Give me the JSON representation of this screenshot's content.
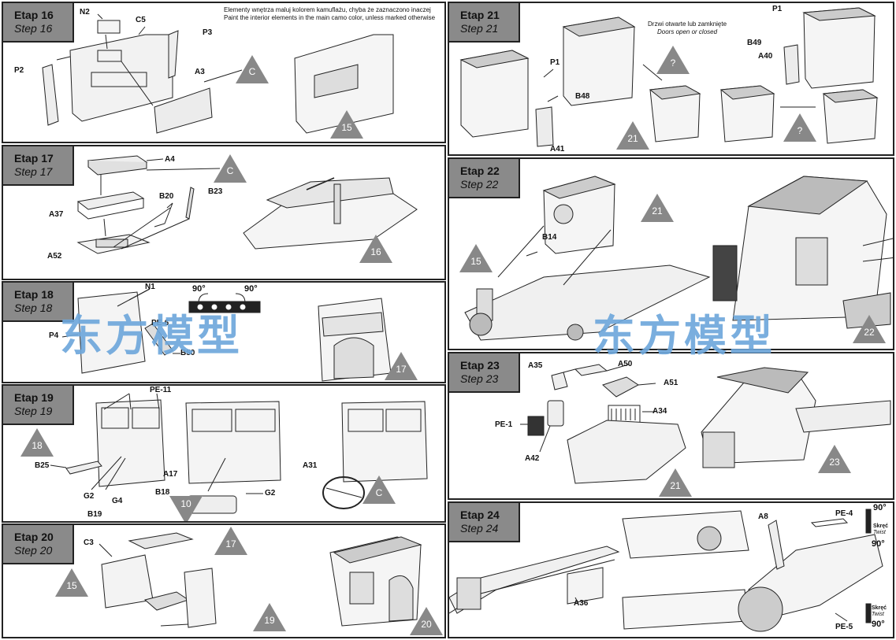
{
  "steps": [
    {
      "pl": "Etap 16",
      "en": "Step 16"
    },
    {
      "pl": "Etap 17",
      "en": "Step 17"
    },
    {
      "pl": "Etap 18",
      "en": "Step 18"
    },
    {
      "pl": "Etap 19",
      "en": "Step 19"
    },
    {
      "pl": "Etap 20",
      "en": "Step 20"
    },
    {
      "pl": "Etap 21",
      "en": "Step 21"
    },
    {
      "pl": "Etap 22",
      "en": "Step 22"
    },
    {
      "pl": "Etap 23",
      "en": "Step 23"
    },
    {
      "pl": "Etap 24",
      "en": "Step 24"
    }
  ],
  "notes": {
    "s16_pl": "Elementy wnętrza maluj kolorem kamuflażu, chyba że zaznaczono inaczej",
    "s16_en": "Paint the interior elements in the main camo color, unless marked otherwise",
    "s21_pl": "Drzwi otwarte lub zamknięte",
    "s21_en": "Doors open or closed"
  },
  "labels": {
    "n2": "N2",
    "c5": "C5",
    "p3": "P3",
    "p2": "P2",
    "a3": "A3",
    "a4": "A4",
    "b20": "B20",
    "b23": "B23",
    "a37": "A37",
    "a52": "A52",
    "n1": "N1",
    "pe6": "PE-6",
    "p4": "P4",
    "b50": "B50",
    "pe11": "PE-11",
    "b25": "B25",
    "g2a": "G2",
    "g4": "G4",
    "b18": "B18",
    "b19": "B19",
    "a17": "A17",
    "g2b": "G2",
    "a31": "A31",
    "c3": "C3",
    "p1a": "P1",
    "b48": "B48",
    "a41": "A41",
    "p1b": "P1",
    "b49": "B49",
    "a40": "A40",
    "b14": "B14",
    "a35": "A35",
    "a50": "A50",
    "a51": "A51",
    "a34": "A34",
    "pe1": "PE-1",
    "a42": "A42",
    "a8": "A8",
    "pe4": "PE-4",
    "a36": "A36",
    "pe5": "PE-5"
  },
  "markers": {
    "m16c": "C",
    "m16n": "15",
    "m17c": "C",
    "m17n": "16",
    "m18n": "17",
    "m19a": "18",
    "m19b": "10",
    "m19c": "C",
    "m20a": "15",
    "m20b": "17",
    "m20c": "19",
    "m20d": "20",
    "m21a": "?",
    "m21b": "21",
    "m21c": "?",
    "m22a": "21",
    "m22b": "15",
    "m22c": "22",
    "m23a": "21",
    "m23b": "23"
  },
  "rotation": {
    "left": "90°",
    "right": "90°"
  },
  "twist": {
    "deg_top": "90°",
    "pl": "Skręć",
    "en": "Twist",
    "deg_mid": "90°",
    "pl2": "Skręć",
    "en2": "Twist",
    "deg_bot": "90°"
  },
  "watermark": {
    "left": "东方模型",
    "right": "东方模型"
  },
  "colors": {
    "header_bg": "#8a8a8a",
    "marker": "#888888",
    "watermark": "#6fa8dc"
  }
}
